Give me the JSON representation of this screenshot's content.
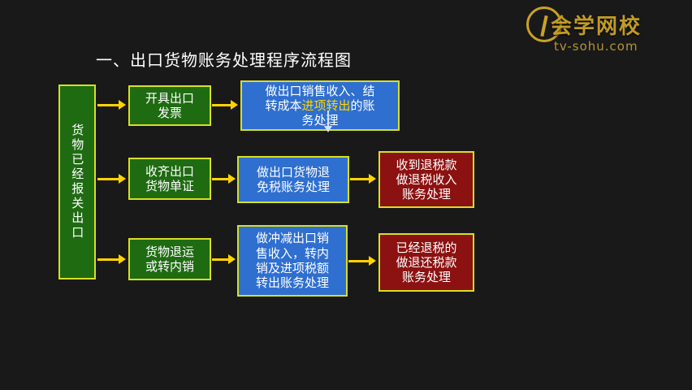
{
  "watermark": {
    "logo_icon": "circle-brush-logo-icon",
    "cn_text": "会学网校",
    "en_text": "tv-sohu.com"
  },
  "title": "一、出口货物账务处理程序流程图",
  "nodes": {
    "start": {
      "id": "goods-exported",
      "label": "货物已经报关出口",
      "color": "green",
      "border": "#d7df23"
    },
    "col1": [
      {
        "id": "issue-invoice",
        "label": "开具出口\n发票",
        "color": "green"
      },
      {
        "id": "collect-docs",
        "label": "收齐出口\n货物单证",
        "color": "green"
      },
      {
        "id": "return-or-domestic",
        "label": "货物退运\n或转内销",
        "color": "green"
      }
    ],
    "col2": [
      {
        "id": "sales-revenue-entry",
        "label_pre": "做出口销售收入、结\n转成本",
        "label_hl": "进项转出",
        "label_post": "的账\n务处理",
        "color": "blue"
      },
      {
        "id": "refund-exempt-entry",
        "label": "做出口货物退\n免税账务处理",
        "color": "blue"
      },
      {
        "id": "offset-sales-entry",
        "label": "做冲减出口销\n售收入，转内\n销及进项税额\n转出账务处理",
        "color": "blue"
      }
    ],
    "col3": [
      {
        "id": "received-refund-entry",
        "label": "收到退税款\n做退税收入\n账务处理",
        "color": "red"
      },
      {
        "id": "refunded-payback-entry",
        "label": "已经退税的\n做退还税款\n账务处理",
        "color": "red"
      }
    ]
  },
  "colors": {
    "background": "#191919",
    "arrow": "#ffd400",
    "green_fill": "#1f6b12",
    "blue_fill": "#2f6fd0",
    "red_fill": "#8c1111",
    "border_yellow": "#d7df23",
    "title_text": "#ffffff",
    "watermark_gold": "#c9a227"
  }
}
